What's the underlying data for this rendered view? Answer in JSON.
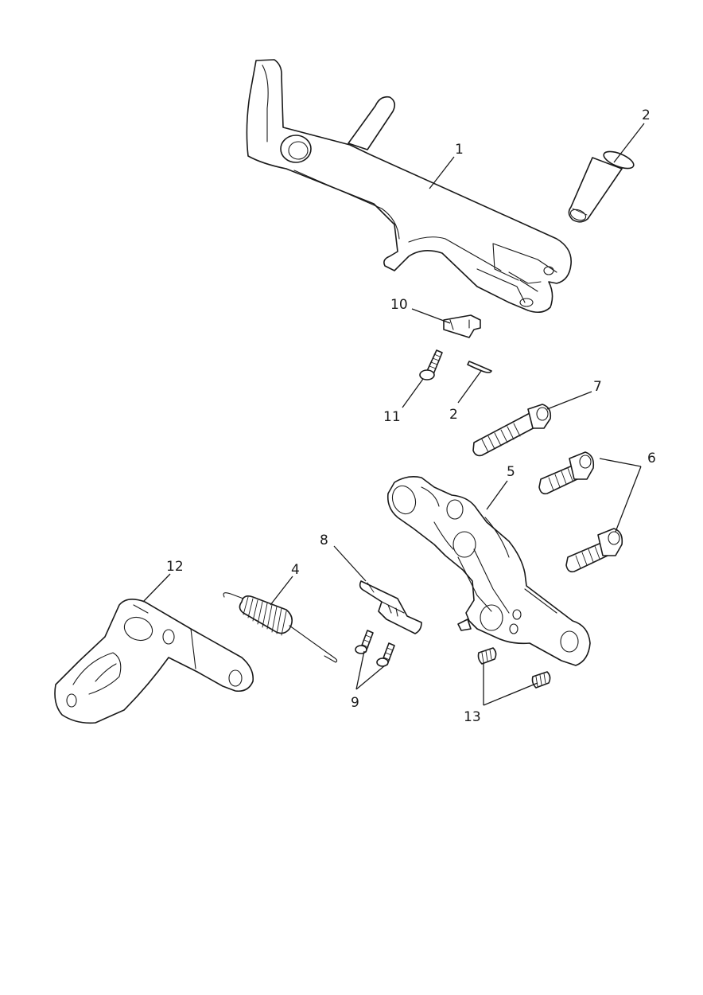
{
  "diagram": {
    "callouts": [
      {
        "id": "c1",
        "text": "1"
      },
      {
        "id": "c2a",
        "text": "2"
      },
      {
        "id": "c2b",
        "text": "2"
      },
      {
        "id": "c4",
        "text": "4"
      },
      {
        "id": "c5",
        "text": "5"
      },
      {
        "id": "c6",
        "text": "6"
      },
      {
        "id": "c7",
        "text": "7"
      },
      {
        "id": "c8",
        "text": "8"
      },
      {
        "id": "c9",
        "text": "9"
      },
      {
        "id": "c10",
        "text": "10"
      },
      {
        "id": "c11",
        "text": "11"
      },
      {
        "id": "c12",
        "text": "12"
      },
      {
        "id": "c13",
        "text": "13"
      }
    ]
  }
}
